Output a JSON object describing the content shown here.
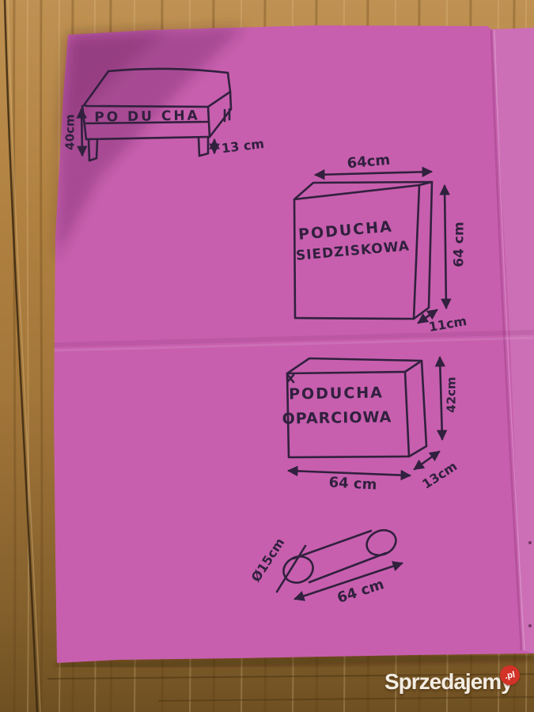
{
  "sketches": {
    "bench": {
      "title": "PO DU CHA",
      "height_label": "40cm",
      "leg_label": "13 cm"
    },
    "seat_cushion": {
      "title_line1": "PODUCHA",
      "title_line2": "SIEDZISKOWA",
      "width_label": "64cm",
      "height_label": "64 cm",
      "depth_label": "11cm"
    },
    "back_cushion": {
      "title_line1": "PODUCHA",
      "title_line2": "OPARCIOWA",
      "height_label": "42cm",
      "width_label": "64 cm",
      "depth_label": "13cm"
    },
    "roller_cushion": {
      "diameter_label": "Ø15cm",
      "length_label": "64 cm"
    }
  },
  "watermark": {
    "brand": "Sprzedajemy",
    "suffix": ".pl"
  },
  "colors": {
    "paper_pink": "#c75fae",
    "ink": "#31203e",
    "wood_light": "#bf9152",
    "wood_dark": "#6f5022",
    "watermark_badge": "#d23227",
    "watermark_text": "#f3ede3"
  }
}
